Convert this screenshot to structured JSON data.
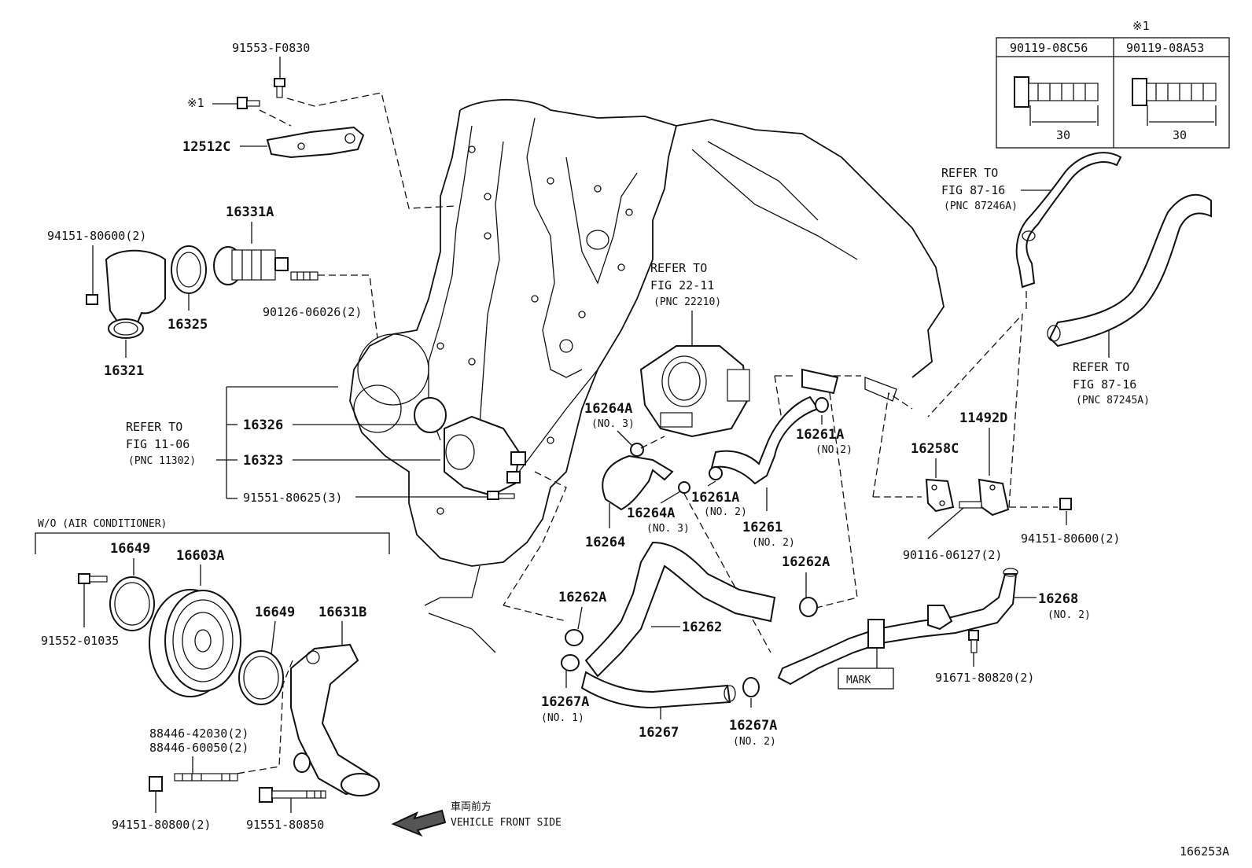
{
  "figure_id": "166253A",
  "inset": {
    "mark": "※1",
    "col1": {
      "part": "90119-08C56",
      "dim": "30"
    },
    "col2": {
      "part": "90119-08A53",
      "dim": "30"
    }
  },
  "section_label": "W/O (AIR CONDITIONER)",
  "direction": {
    "jp": "車両前方",
    "en": "VEHICLE FRONT SIDE"
  },
  "mark_box": "MARK",
  "refs": {
    "fig2211": {
      "l1": "REFER TO",
      "l2": "FIG 22-11",
      "l3": "(PNC 22210)"
    },
    "fig1106": {
      "l1": "REFER TO",
      "l2": "FIG 11-06",
      "l3": "(PNC 11302)"
    },
    "fig8716a": {
      "l1": "REFER TO",
      "l2": "FIG 87-16",
      "l3": "(PNC 87246A)"
    },
    "fig8716b": {
      "l1": "REFER TO",
      "l2": "FIG 87-16",
      "l3": "(PNC 87245A)"
    }
  },
  "labels": {
    "p91553": "91553-F0830",
    "star1": "※1",
    "p12512C": "12512C",
    "p16331A": "16331A",
    "p94151a": "94151-80600(2)",
    "p16325": "16325",
    "p90126": "90126-06026(2)",
    "p16321": "16321",
    "p16326": "16326",
    "p16323": "16323",
    "p91551a": "91551-80625(3)",
    "p16649a": "16649",
    "p16603A": "16603A",
    "p91552": "91552-01035",
    "p16649b": "16649",
    "p16631B": "16631B",
    "p88446a": "88446-42030(2)",
    "p88446b": "88446-60050(2)",
    "p94151c": "94151-80800(2)",
    "p91551b": "91551-80850",
    "p16264Aa": "16264A",
    "p16264Aa_no": "(NO. 3)",
    "p16264": "16264",
    "p16264Ab": "16264A",
    "p16264Ab_no": "(NO. 3)",
    "p16261Aa": "16261A",
    "p16261Aa_no": "(NO.2)",
    "p16261Ab": "16261A",
    "p16261Ab_no": "(NO. 2)",
    "p16261": "16261",
    "p16261_no": "(NO. 2)",
    "p16262Aa": "16262A",
    "p16262Ab": "16262A",
    "p16262": "16262",
    "p16267Aa": "16267A",
    "p16267Aa_no": "(NO. 1)",
    "p16267": "16267",
    "p16267Ab": "16267A",
    "p16267Ab_no": "(NO. 2)",
    "p16258C": "16258C",
    "p11492D": "11492D",
    "p90116": "90116-06127(2)",
    "p94151b": "94151-80600(2)",
    "p16268": "16268",
    "p16268_no": "(NO. 2)",
    "p91671": "91671-80820(2)"
  }
}
